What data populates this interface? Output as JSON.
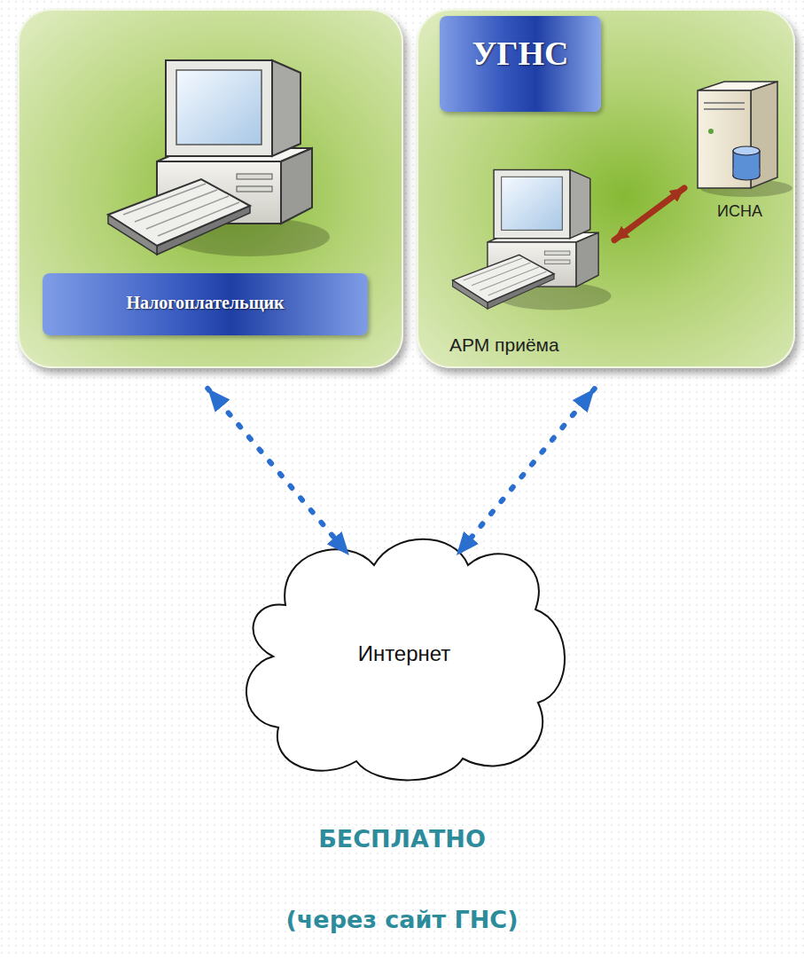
{
  "diagram": {
    "nodes": [
      {
        "text": [
          "Налогоплательщик"
        ]
      },
      {
        "text": [
          "УГНС"
        ]
      },
      {
        "text": [
          "АРМ приёма"
        ],
        "in": 1
      },
      {
        "text": [
          "ИСНА"
        ],
        "in": 1
      },
      {
        "text": [
          "Интернет"
        ]
      }
    ],
    "edges": [
      {
        "from": 2,
        "to": 3,
        "arrow": "both"
      },
      {
        "from": 0,
        "to": 4,
        "arrow": "both"
      },
      {
        "from": 1,
        "to": 4,
        "arrow": "both"
      }
    ],
    "labels": [
      "БЕСПЛАТНО",
      "(через сайт ГНС)"
    ]
  }
}
